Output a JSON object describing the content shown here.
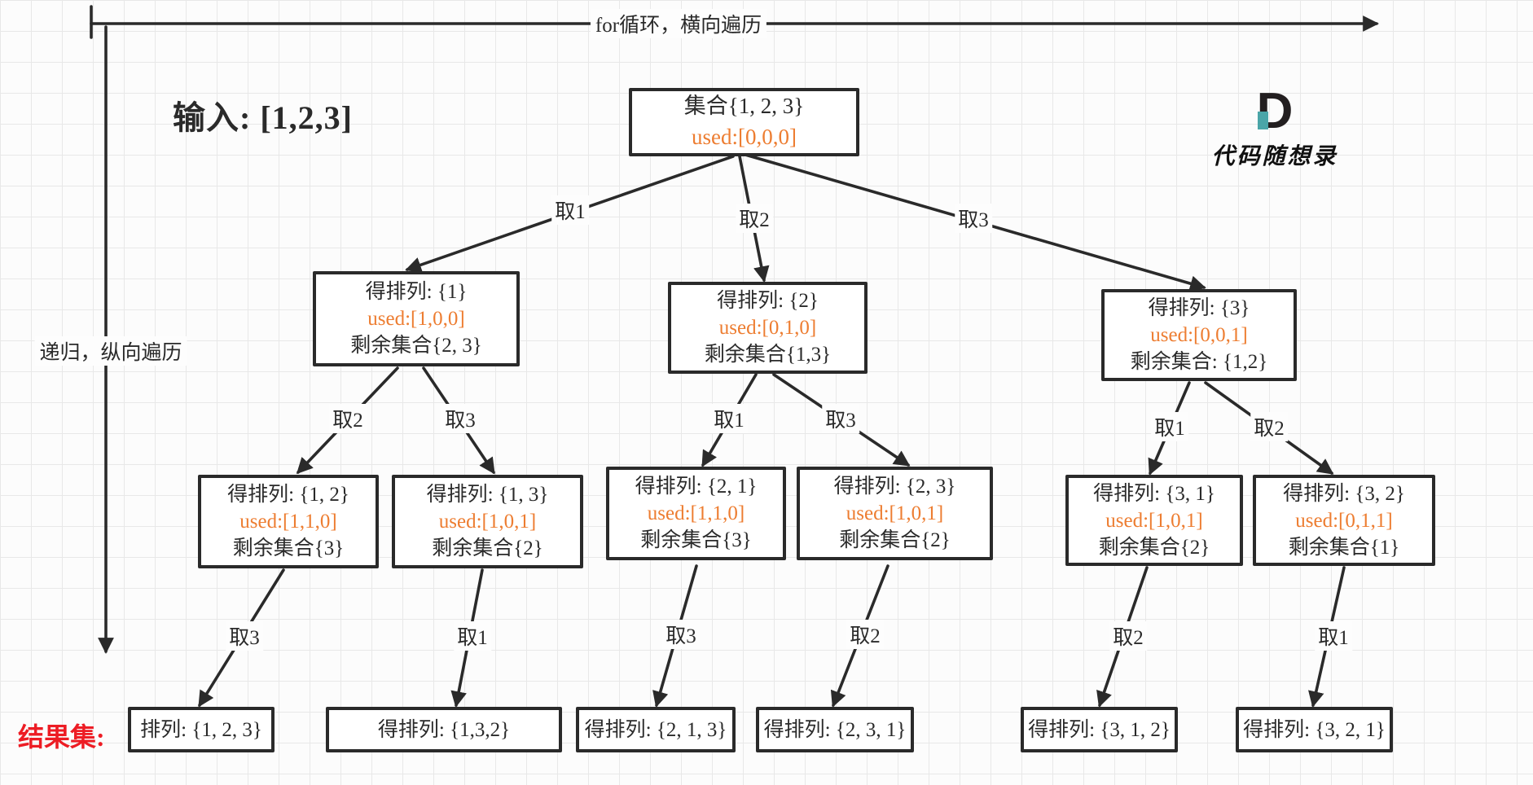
{
  "colors": {
    "ink": "#2a2a2a",
    "used_orange": "#ed7d31",
    "result_red": "#ed1c24",
    "logo_teal": "#4aa5a8"
  },
  "page": {
    "top_axis_label": "for循环，横向遍历",
    "left_axis_label": "递归，纵向遍历",
    "input_label": "输入: [1,2,3]",
    "result_set_label": "结果集:"
  },
  "logo": {
    "letter": "D",
    "name": "代码随想录"
  },
  "tree": {
    "root": {
      "title": "集合{1, 2, 3}",
      "used": "used:[0,0,0]"
    },
    "level2": [
      {
        "title": "得排列: {1}",
        "used": "used:[1,0,0]",
        "remain": "剩余集合{2, 3}"
      },
      {
        "title": "得排列: {2}",
        "used": "used:[0,1,0]",
        "remain": "剩余集合{1,3}"
      },
      {
        "title": "得排列: {3}",
        "used": "used:[0,0,1]",
        "remain": "剩余集合: {1,2}"
      }
    ],
    "level3": [
      {
        "title": "得排列: {1, 2}",
        "used": "used:[1,1,0]",
        "remain": "剩余集合{3}"
      },
      {
        "title": "得排列: {1, 3}",
        "used": "used:[1,0,1]",
        "remain": "剩余集合{2}"
      },
      {
        "title": "得排列: {2, 1}",
        "used": "used:[1,1,0]",
        "remain": "剩余集合{3}"
      },
      {
        "title": "得排列: {2, 3}",
        "used": "used:[1,0,1]",
        "remain": "剩余集合{2}"
      },
      {
        "title": "得排列: {3, 1}",
        "used": "used:[1,0,1]",
        "remain": "剩余集合{2}"
      },
      {
        "title": "得排列: {3, 2}",
        "used": "used:[0,1,1]",
        "remain": "剩余集合{1}"
      }
    ],
    "results": [
      {
        "title": "排列: {1, 2, 3}"
      },
      {
        "title": "得排列: {1,3,2}"
      },
      {
        "title": "得排列: {2, 1, 3}"
      },
      {
        "title": "得排列: {2, 3, 1}"
      },
      {
        "title": "得排列: {3, 1, 2}"
      },
      {
        "title": "得排列: {3, 2, 1}"
      }
    ],
    "edge_labels": {
      "root_0": "取1",
      "root_1": "取2",
      "root_2": "取3",
      "l2_0": "取2",
      "l2_1": "取3",
      "l2_2": "取1",
      "l2_3": "取3",
      "l2_4": "取1",
      "l2_5": "取2",
      "l3_0": "取3",
      "l3_1": "取1",
      "l3_2": "取3",
      "l3_3": "取2",
      "l3_4": "取2",
      "l3_5": "取1"
    }
  }
}
